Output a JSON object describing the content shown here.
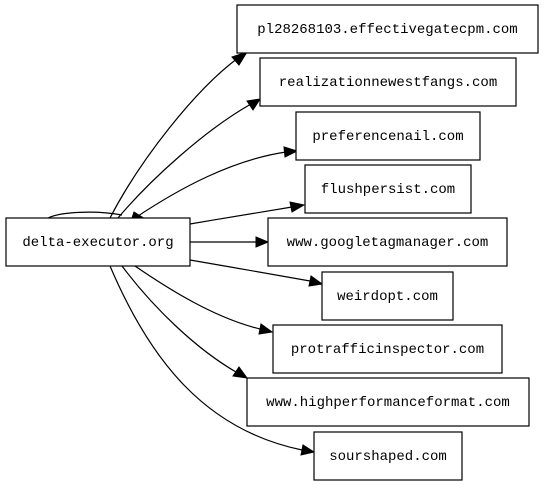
{
  "source": {
    "label": "delta-executor.org"
  },
  "targets": [
    {
      "label": "pl28268103.effectivegatecpm.com"
    },
    {
      "label": "realizationnewestfangs.com"
    },
    {
      "label": "preferencenail.com"
    },
    {
      "label": "flushpersist.com"
    },
    {
      "label": "www.googletagmanager.com"
    },
    {
      "label": "weirdopt.com"
    },
    {
      "label": "protrafficinspector.com"
    },
    {
      "label": "www.highperformanceformat.com"
    },
    {
      "label": "sourshaped.com"
    }
  ]
}
